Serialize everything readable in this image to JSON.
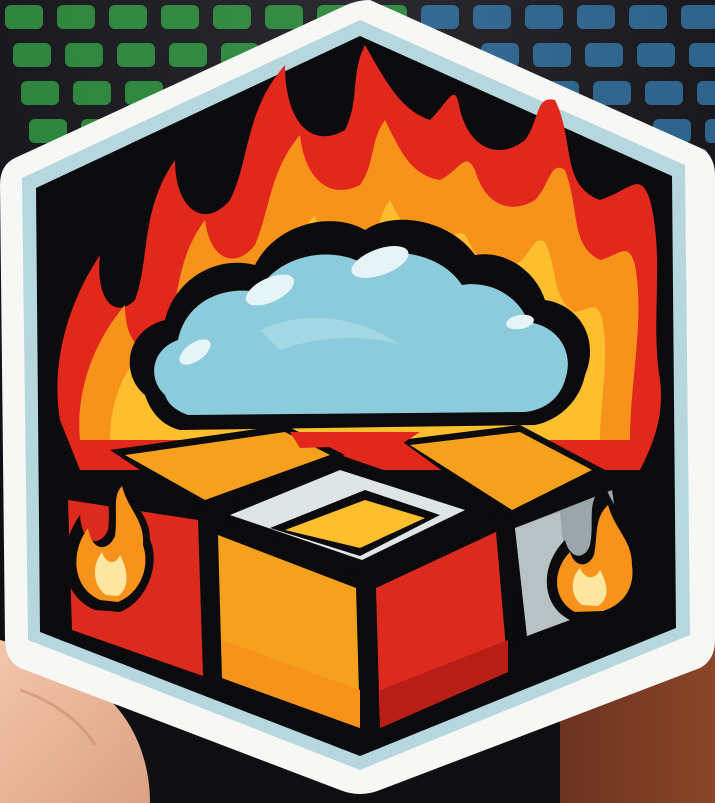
{
  "scene": {
    "subject": "hexagonal-sticker",
    "background": "rgb-keyboard",
    "held_by": "hand"
  },
  "colors": {
    "sticker_border": "#f7f8f6",
    "sticker_rim": "#b7d7df",
    "badge_fill": "#0b0b0d",
    "flame_red": "#e2271d",
    "flame_orange": "#f7931b",
    "flame_yellow": "#fdbf2d",
    "cloud": "#8ccbdc",
    "cloud_highlight": "#e6f4f8",
    "box_orange": "#f6a11d",
    "box_red": "#dd2a1f",
    "box_gray": "#9aa6aa",
    "keyboard_green": "#3fe05a",
    "keyboard_blue": "#3fa3e8",
    "skin": "#efb99c"
  },
  "icons": [
    "flame-icon",
    "cloud-icon",
    "box-icon"
  ]
}
